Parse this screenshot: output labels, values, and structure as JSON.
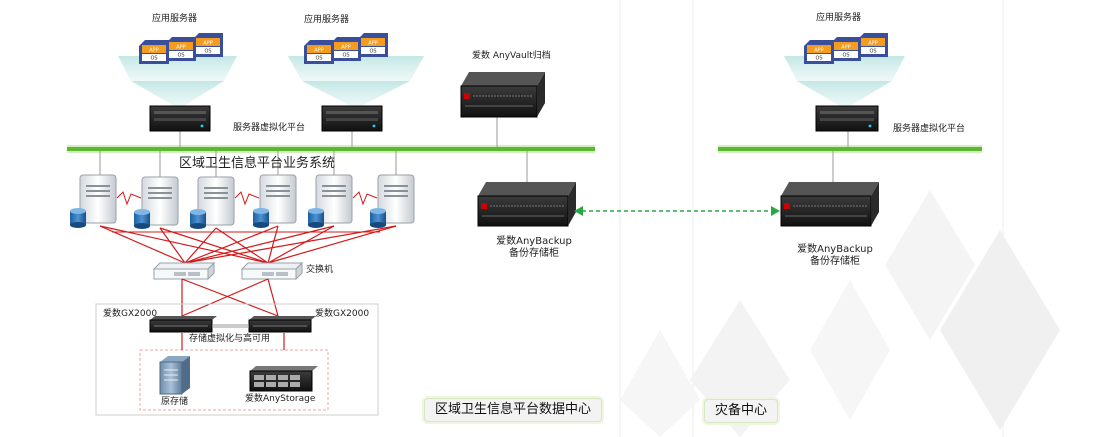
{
  "labels": {
    "app_server_1": "应用服务器",
    "app_server_2": "应用服务器",
    "app_server_3": "应用服务器",
    "virt_platform_1": "服务器虚拟化平台",
    "virt_platform_2": "服务器虚拟化平台",
    "anyvault": "爱数 AnyVault归档",
    "business_system": "区域卫生信息平台业务系统",
    "backup_1_line1": "爱数AnyBackup",
    "backup_1_line2": "备份存储柜",
    "backup_2_line1": "爱数AnyBackup",
    "backup_2_line2": "备份存储柜",
    "switch": "交换机",
    "gx2000_left": "爱数GX2000",
    "gx2000_right": "爱数GX2000",
    "storage_virt": "存储虚拟化与高可用",
    "original_storage": "原存储",
    "anystorage": "爱数AnyStorage",
    "datacenter": "区域卫生信息平台数据中心",
    "dr_center": "灾备中心",
    "card_app": "APP",
    "card_os": "OS"
  },
  "colors": {
    "network_bus": "#5cb82e",
    "link_red": "#d21a1a",
    "replication": "#27a844",
    "halo": "#bfe6e4"
  }
}
